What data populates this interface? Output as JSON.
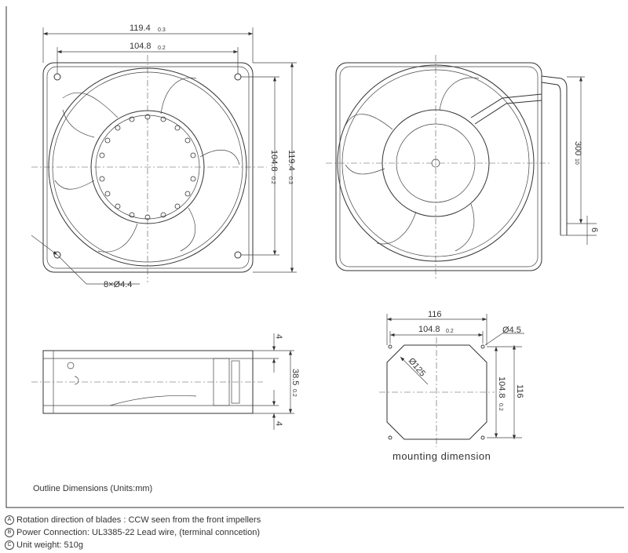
{
  "front_view": {
    "width_overall": {
      "value": "119.4",
      "tol": "0.3"
    },
    "hole_spacing_h": {
      "value": "104.8",
      "tol": "0.2"
    },
    "hole_spacing_v": {
      "value": "104.8",
      "tol": "0.2"
    },
    "height_overall": {
      "value": "119.4",
      "tol": "0.3"
    },
    "holes": "8×Ø4.4"
  },
  "rear_view": {
    "lead_length": {
      "value": "300",
      "tol": "10"
    },
    "strip_length": "6"
  },
  "side_view": {
    "depth": {
      "value": "38.5",
      "tol": "0.2"
    },
    "flange_top": "4",
    "flange_bottom": "4"
  },
  "mounting": {
    "width": "116",
    "hole_spacing_h": {
      "value": "104.8",
      "tol": "0.2"
    },
    "hole_dia": "Ø4.5",
    "cutout_dia": "Ø125",
    "hole_spacing_v": {
      "value": "104.8",
      "tol": "0.2"
    },
    "height": "116",
    "caption": "mounting dimension"
  },
  "frame_caption": "Outline Dimensions (Units:mm)",
  "notes": [
    {
      "mark": "A",
      "text": "Rotation direction of blades : CCW seen from the front impellers"
    },
    {
      "mark": "B",
      "text": "Power Connection:  UL3385-22 Lead wire, (terminal conncetion)"
    },
    {
      "mark": "C",
      "text": "Unit weight:  510g"
    }
  ]
}
